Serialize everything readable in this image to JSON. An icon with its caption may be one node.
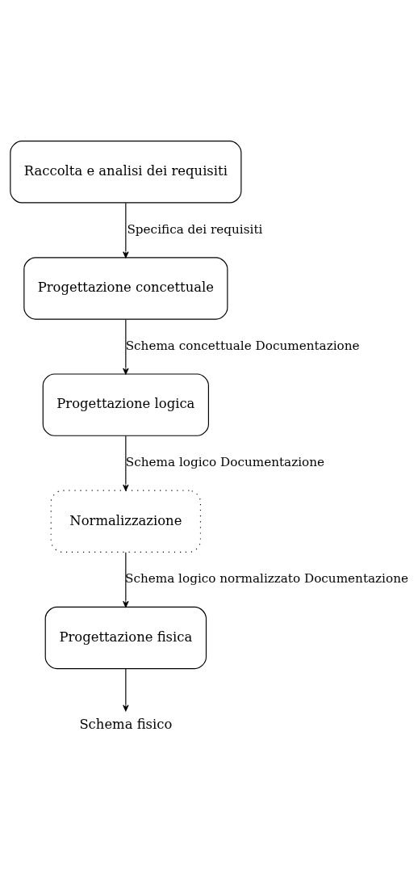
{
  "diagram": {
    "nodes": [
      {
        "text": [
          "Raccolta e analisi dei requisiti"
        ]
      },
      {
        "text": [
          "Progettazione concettuale"
        ]
      },
      {
        "text": [
          "Progettazione logica"
        ]
      },
      {
        "text": [
          "Normalizzazione"
        ]
      },
      {
        "text": [
          "Progettazione fisica"
        ]
      },
      {
        "text": [
          "Schema fisico"
        ]
      }
    ],
    "edges": [
      {
        "from": 0,
        "to": 1,
        "arrow": "to",
        "label": "Specifica dei requisiti"
      },
      {
        "from": 1,
        "to": 2,
        "arrow": "to",
        "label": "Schema concettuale Documentazione"
      },
      {
        "from": 2,
        "to": 3,
        "arrow": "to",
        "label": "Schema logico Documentazione"
      },
      {
        "from": 3,
        "to": 4,
        "arrow": "to",
        "label": "Schema logico normalizzato Documentazione"
      },
      {
        "from": 4,
        "to": 5,
        "arrow": "to"
      }
    ]
  }
}
